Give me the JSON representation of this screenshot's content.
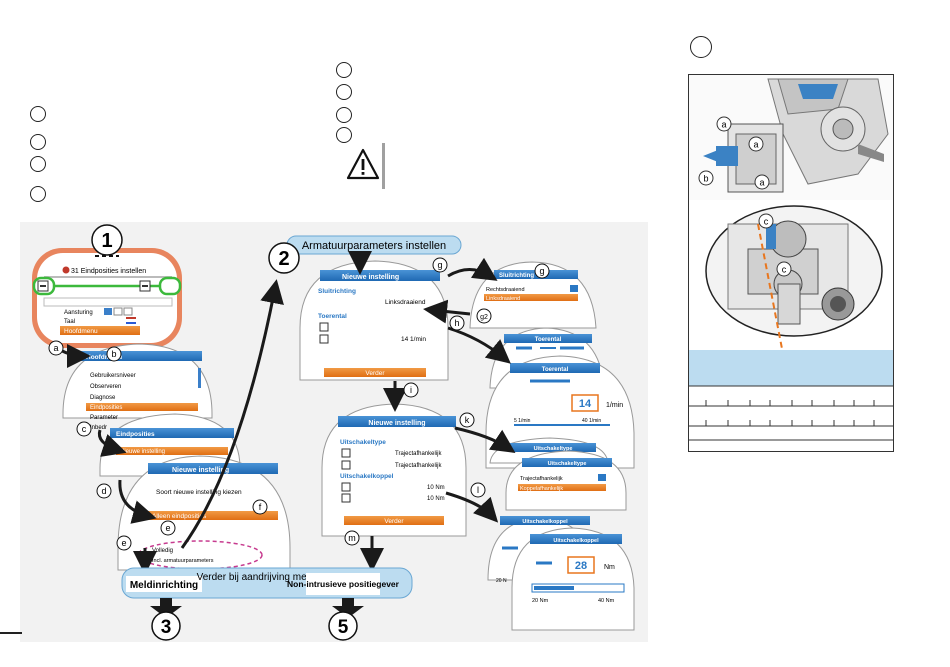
{
  "main": {
    "param_title": "Armatuurparameters instellen",
    "step1": "1",
    "step2": "2",
    "step3": "3",
    "step5": "5",
    "bottom_center": "Verder bij aandrijving met",
    "bottom_left": "Meldinrichting",
    "bottom_right": "Non-intrusieve positiegever"
  },
  "device": {
    "line1": "31 Eindposities instellen",
    "aansturing": "Aansturing",
    "taal": "Taal",
    "hoofdmenu": "Hoofdmenu"
  },
  "menu_hoofd": {
    "title": "Hoofdmenu",
    "items": [
      "Gebruikersniveer",
      "Observeren",
      "Diagnose",
      "Eindposities",
      "Parameter",
      "Inbedr"
    ]
  },
  "menu_eindposities": {
    "title": "Eindposities",
    "item": "Nieuwe instelling"
  },
  "menu_nieuwe_left": {
    "title": "Nieuwe instelling",
    "prompt": "Soort nieuwe instelling kiezen",
    "option1": "Alleen eindposities",
    "option2": "Volledig",
    "option3": "Incl. armatuurparameters"
  },
  "screen_g": {
    "title": "Nieuwe instelling",
    "sluitrichting": "Sluitrichting",
    "linksdraaiend": "Linksdraaiend",
    "toerental": "Toerental",
    "speed": "14 1/min",
    "verder": "Verder"
  },
  "popup_sluit": {
    "title": "Sluitrichting",
    "opt1": "Rechtsdraaiend",
    "opt2": "Linksdraaiend"
  },
  "popup_toerental": {
    "title": "Toerental",
    "title2": "Toerental",
    "value": "14",
    "unit": "1/min",
    "min": "5 1/min",
    "max": "40 1/min"
  },
  "screen_i": {
    "title": "Nieuwe instelling",
    "type_label": "Uitschakeltype",
    "traject1": "Trajectafhankelijk",
    "traject2": "Trajectafhankelijk",
    "koppel_label": "Uitschakelkoppel",
    "nm1": "10 Nm",
    "nm2": "10 Nm",
    "verder": "Verder"
  },
  "popup_type": {
    "title": "Uitschakeltype",
    "title2": "Uitschakeltype",
    "opt1": "Trajectafhankelijk",
    "opt2": "Koppelafhankelijk"
  },
  "popup_koppel": {
    "title": "Uitschakelkoppel",
    "title2": "Uitschakelkoppel",
    "value": "28",
    "unit": "Nm",
    "min": "20 Nm",
    "max": "40 Nm",
    "back_min": "20 N"
  },
  "letters": {
    "a": "a",
    "b": "b",
    "c": "c",
    "d": "d",
    "e": "e",
    "f": "f",
    "g": "g",
    "h": "h",
    "i": "i",
    "k": "k",
    "l": "l",
    "m": "m",
    "g2": "g2"
  },
  "photo": {
    "a": "a",
    "b": "b",
    "c": "c"
  },
  "colors": {
    "orange": "#e8761e",
    "blue": "#2a78c4",
    "lightblue": "#bcdcf0",
    "dark": "#1a1a1a",
    "red": "#e05a2c"
  }
}
